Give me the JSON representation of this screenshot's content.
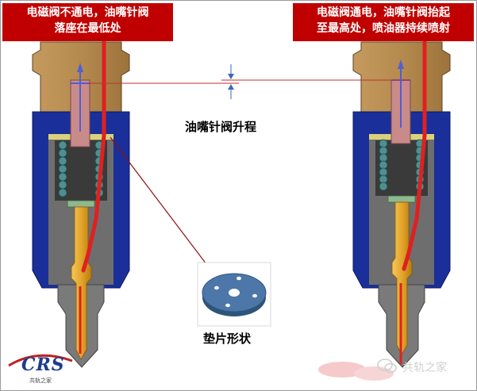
{
  "labels": {
    "left_state": [
      "电磁阀不通电，油嘴针阀",
      "落座在最低处"
    ],
    "right_state": [
      "电磁阀通电，油嘴针阀抬起",
      "至最高处，喷油器持续喷射"
    ],
    "needle_lift": "油嘴针阀升程",
    "washer_shape": "垫片形状"
  },
  "logo": {
    "text": "CRS",
    "sub": "共轨之家"
  },
  "watermark": {
    "text": "共轨之家",
    "icon": "wechat-icon"
  },
  "colors": {
    "label_bg": "#c00000",
    "body_tan": "#b58a4f",
    "body_blue": "#1b2f9a",
    "body_gray": "#6e6e6e",
    "spring_teal": "#4f8f8f",
    "needle_gold": "#d9a12a",
    "fuel_red": "#e02020",
    "chamber_pink": "#c98a8a",
    "washer_blue": "#4c77a8"
  }
}
